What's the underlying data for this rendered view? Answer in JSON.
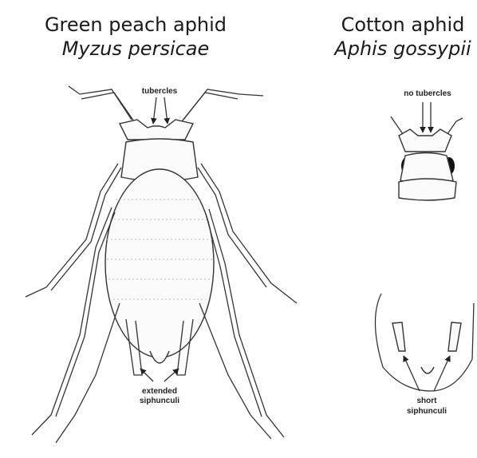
{
  "left": {
    "common_name": "Green peach aphid",
    "latin_name": "Myzus persicae",
    "label_top": "tubercles",
    "label_bottom_1": "extended",
    "label_bottom_2": "siphunculi"
  },
  "right": {
    "common_name": "Cotton aphid",
    "latin_name": "Aphis gossypii",
    "label_top": "no tubercles",
    "label_bottom_1": "short",
    "label_bottom_2": "siphunculi"
  }
}
